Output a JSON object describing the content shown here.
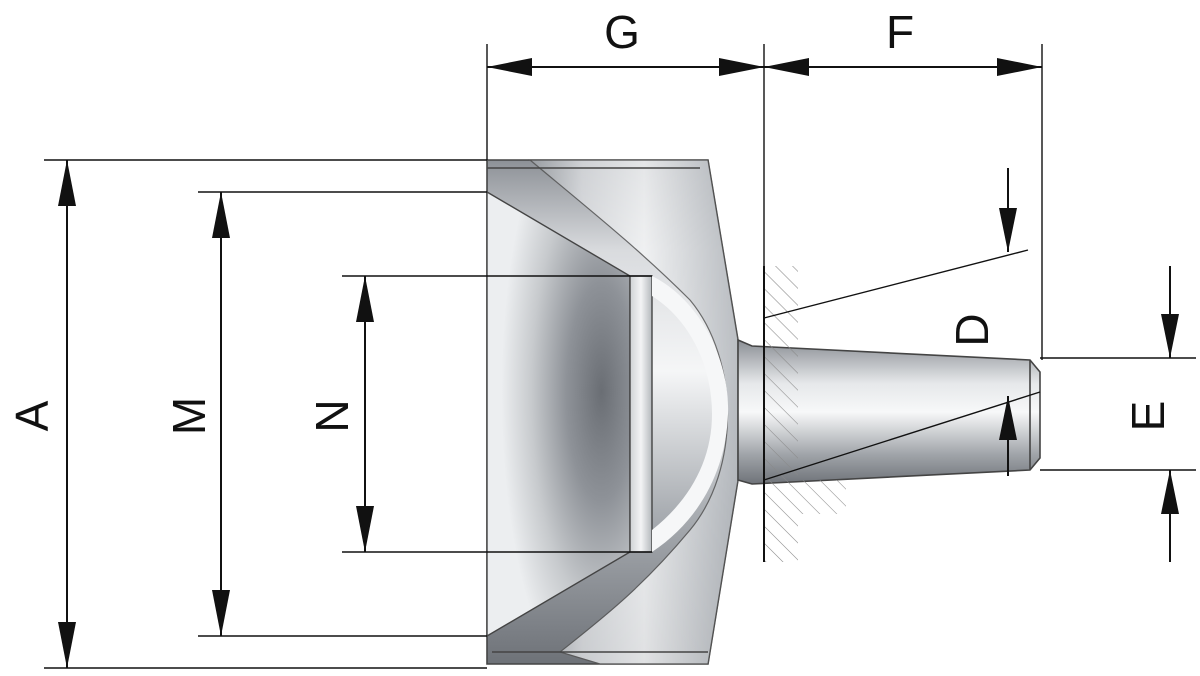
{
  "labels": {
    "G": "G",
    "F": "F",
    "A": "A",
    "M": "M",
    "N": "N",
    "D": "D",
    "E": "E"
  },
  "colors": {
    "line": "#111111",
    "metal_dark": "#7a7e84",
    "metal_light": "#f2f3f5",
    "hatch": "#888888"
  }
}
